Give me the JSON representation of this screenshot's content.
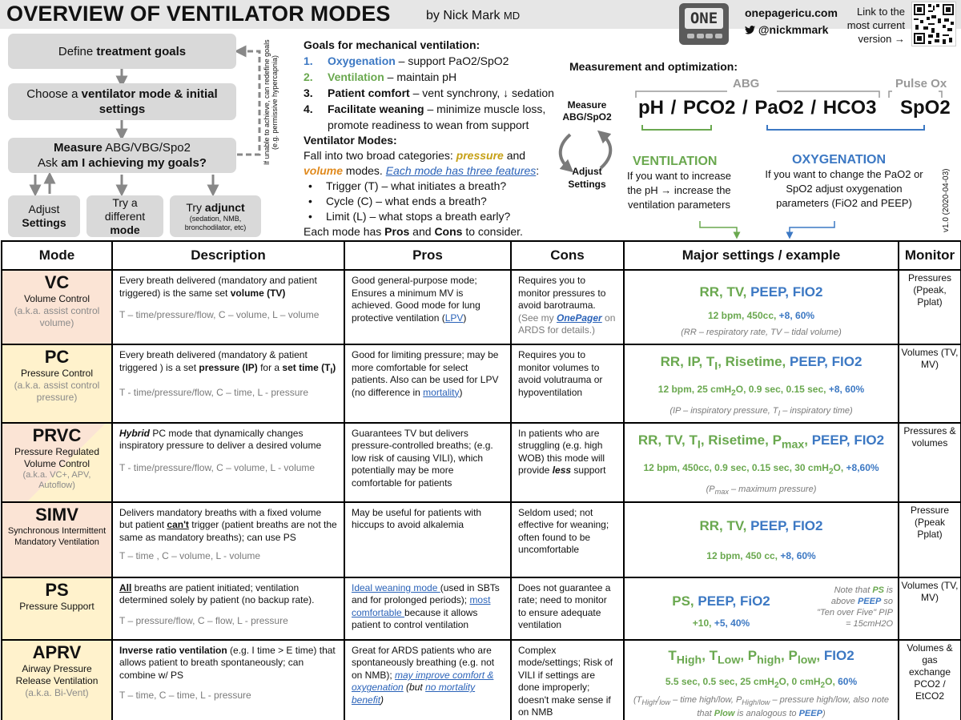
{
  "header": {
    "title": "OVERVIEW OF VENTILATOR MODES",
    "by": "by Nick Mark",
    "by_suffix": "MD",
    "logo_text": "ONE",
    "site": "onepagericu.com",
    "twitter": "@nickmmark",
    "link_note": "Link to the most current version →"
  },
  "flow": {
    "define_prefix": "Define ",
    "define_bold": "treatment goals",
    "choose_prefix": "Choose a ",
    "choose_bold": "ventilator mode & initial settings",
    "measure_bold": "Measure",
    "measure_rest": " ABG/VBG/Spo2",
    "ask_prefix": "Ask ",
    "ask_bold": "am I achieving my goals?",
    "adjust_line1": "Adjust",
    "adjust_line2": "Settings",
    "try_line1": "Try a",
    "try_line2": "different",
    "try_line3": "mode",
    "adjunct_prefix": "Try ",
    "adjunct_bold": "adjunct",
    "adjunct_sub": "(sedation, NMB, bronchodilator, etc)",
    "side_note": "If unable to achieve, can redefine goals (e.g. permissive hypercapnia)"
  },
  "goals": {
    "heading": "Goals for mechanical ventilation:",
    "items": [
      {
        "num": "1.",
        "label": "Oxygenation",
        "rest": " – support PaO2/SpO2"
      },
      {
        "num": "2.",
        "label": "Ventilation",
        "rest": " – maintain pH"
      },
      {
        "num": "3.",
        "label": "Patient comfort",
        "rest": " – vent synchrony, ↓ sedation"
      },
      {
        "num": "4.",
        "label": "Facilitate weaning",
        "rest": " – minimize muscle loss, promote readiness to wean from support"
      }
    ]
  },
  "vent_modes": {
    "heading": "Ventilator Modes:",
    "line1": "Fall into two broad categories: ",
    "pressure": "pressure",
    "and": " and",
    "volume": "volume",
    "modes_word": " modes. ",
    "features_link": "Each mode has three features",
    "colon": ":",
    "bullets": [
      "Trigger (T) – what initiates a breath?",
      "Cycle (C) – what ends a breath?",
      "Limit (L) – what stops a breath early?"
    ],
    "footer_prefix": "Each mode has ",
    "pros": "Pros",
    "footer_and": " and ",
    "cons": "Cons",
    "footer_suffix": " to consider."
  },
  "measurement": {
    "title": "Measurement and optimization:",
    "abg": "ABG",
    "pulse_ox": "Pulse Ox",
    "labs": "pH  /  PCO2  /  PaO2  /  HCO3",
    "spo2": "SpO2",
    "cycle_top": "Measure ABG/SpO2",
    "cycle_bottom": "Adjust Settings",
    "ventilation_head": "VENTILATION",
    "ventilation_text": "If you want to increase the pH → increase the ventilation parameters",
    "oxygenation_head": "OXYGENATION",
    "oxygenation_text": "If you want to change the PaO2 or SpO2 adjust oxygenation parameters (FiO2 and PEEP)",
    "version": "v1.0 (2020-04-03)"
  },
  "table": {
    "headers": [
      "Mode",
      "Description",
      "Pros",
      "Cons",
      "Major settings / example",
      "Monitor"
    ],
    "vc": {
      "name": "VC",
      "full": "Volume Control",
      "aka": "(a.k.a. assist control volume)",
      "desc": "Every breath delivered (mandatory and patient triggered) is the same set ",
      "desc_bold": "volume (TV)",
      "tcl": "T – time/pressure/flow, C – volume, L – volume",
      "pros_a": "Good general-purpose mode; Ensures a minimum MV is achieved. Good mode for lung protective ventilation (",
      "pros_link": "LPV",
      "pros_b": ")",
      "cons_a": "Requires you to monitor pressures to avoid barotrauma.",
      "cons_b": "(See my ",
      "cons_link": "OnePager",
      "cons_c": " on ARDS for details.)",
      "set_green": "RR, TV, ",
      "set_blue": "PEEP, FIO2",
      "ex_green": "12 bpm, 450cc, ",
      "ex_blue": "+8, 60%",
      "note": "(RR – respiratory rate, TV – tidal volume)",
      "monitor": "Pressures (Ppeak, Pplat)"
    },
    "pc": {
      "name": "PC",
      "full": "Pressure Control",
      "aka": "(a.k.a. assist control pressure)",
      "desc_a": "Every breath delivered (mandatory & patient triggered ) is a set ",
      "desc_bold1": "pressure (IP)",
      "desc_b": " for a ",
      "desc_bold2": "set time (T",
      "desc_sub": "I",
      "desc_c": ")",
      "tcl": "T - time/pressure/flow, C – time, L - pressure",
      "pros_a": "Good for limiting pressure; may be more comfortable for select patients. Also can be used for LPV (no difference in ",
      "pros_link": "mortality",
      "pros_b": ")",
      "cons": "Requires you to monitor volumes to avoid volutrauma or hypoventilation",
      "set_green": "RR, IP, T",
      "set_sub": "I",
      "set_green2": ", Risetime, ",
      "set_blue": "PEEP, FIO2",
      "ex_green": "12 bpm, 25 cmH",
      "ex_sub": "2",
      "ex_green2": "O, 0.9 sec, 0.15 sec, ",
      "ex_blue": "+8, 60%",
      "note": "(IP – inspiratory pressure, T",
      "note_sub": "I",
      "note_b": " – inspiratory time)",
      "monitor": "Volumes (TV, MV)"
    },
    "prvc": {
      "name": "PRVC",
      "full": "Pressure Regulated Volume Control",
      "aka": "(a.k.a. VC+, APV, Autoflow)",
      "desc_bold": "Hybrid",
      "desc": " PC mode that dynamically changes inspiratory pressure to deliver a desired volume",
      "tcl": "T - time/pressure/flow, C – volume, L - volume",
      "pros": "Guarantees TV but delivers pressure-controlled breaths; (e.g. low risk of causing VILI), which potentially may be more comfortable for patients",
      "cons_a": "In patients who are struggling (e.g. high WOB) this mode will provide ",
      "cons_bold": "less",
      "cons_b": " support",
      "set_green": "RR, TV, T",
      "set_sub": "I",
      "set_green2": ", Risetime, P",
      "set_sub2": "max",
      "set_comma": ", ",
      "set_blue": "PEEP, FIO2",
      "ex_green": "12 bpm, 450cc, 0.9 sec, 0.15 sec, 30 cmH",
      "ex_sub": "2",
      "ex_green2": "O, ",
      "ex_blue": "+8,60%",
      "note_a": "(P",
      "note_sub": "max",
      "note_b": " – maximum pressure)",
      "monitor": "Pressures & volumes"
    },
    "simv": {
      "name": "SIMV",
      "full": "Synchronous Intermittent Mandatory Ventilation",
      "desc_a": "Delivers mandatory breaths with a fixed volume but patient ",
      "desc_bold": "can't",
      "desc_b": " trigger (patient breaths are not the same as mandatory breaths); can use PS",
      "tcl": "T – time , C – volume, L - volume",
      "pros": "May be useful for patients with hiccups to avoid alkalemia",
      "cons": "Seldom used; not effective for weaning; often found to be uncomfortable",
      "set_green": "RR, TV, ",
      "set_blue": "PEEP, FIO2",
      "ex_green": "12 bpm, 450 cc, ",
      "ex_blue": "+8, 60%",
      "monitor": "Pressure (Ppeak Pplat)"
    },
    "ps": {
      "name": "PS",
      "full": "Pressure Support",
      "desc_bold": "All",
      "desc": " breaths are patient initiated; ventilation determined solely by patient (no backup rate).",
      "tcl": "T – pressure/flow, C – flow, L - pressure",
      "pros_link1": "Ideal weaning mode ",
      "pros_a": "(used in SBTs and for prolonged periods); ",
      "pros_link2": "most comfortable ",
      "pros_b": "because it allows patient to control ventilation",
      "cons": "Does not guarantee a rate; need to monitor to ensure adequate ventilation",
      "set_green": "PS, ",
      "set_blue": "PEEP, FiO2",
      "ex_green": "+10, ",
      "ex_blue": "+5, 40%",
      "side_a": "Note that ",
      "side_ps": "PS",
      "side_b": " is above ",
      "side_peep": "PEEP",
      "side_c": " so \"Ten over Five\" PIP = 15cmH2O",
      "monitor": "Volumes (TV, MV)"
    },
    "aprv": {
      "name": "APRV",
      "full": "Airway Pressure Release Ventilation",
      "aka": "(a.k.a. Bi-Vent)",
      "desc_bold": "Inverse ratio ventilation",
      "desc": " (e.g. I time > E time) that allows patient to breath spontaneously; can combine w/ PS",
      "tcl": "T – time, C – time, L -  pressure",
      "pros_a": "Great for ARDS patients who are spontaneously breathing (e.g. not on NMB); ",
      "pros_link1": "may improve comfort & oxygenation",
      "pros_b": " (but ",
      "pros_link2": "no mortality benefit",
      "pros_c": ")",
      "cons": "Complex mode/settings; Risk of VILI if settings are done improperly; doesn't make sense if on NMB",
      "set_g1": "T",
      "set_s1": "High",
      "set_g2": ", T",
      "set_s2": "Low",
      "set_g3": ", P",
      "set_s3": "high",
      "set_g4": ", P",
      "set_s4": "low",
      "set_g5": ", ",
      "set_blue": "FIO2",
      "ex_green": "5.5 sec, 0.5 sec, 25 cmH",
      "ex_sub1": "2",
      "ex_green2": "O, 0 cmH",
      "ex_sub2": "2",
      "ex_green3": "O, ",
      "ex_blue": "60%",
      "note_a": "(T",
      "note_sub1": "High",
      "note_b": "/",
      "note_sub2": "low",
      "note_c": " – time high/low, P",
      "note_sub3": "High/low",
      "note_d": " – pressure high/low, also note that ",
      "note_plow": "Plow",
      "note_e": " is analogous to ",
      "note_peep": "PEEP",
      "note_f": ")",
      "monitor": "Volumes & gas exchange PCO2 / EtCO2"
    }
  }
}
